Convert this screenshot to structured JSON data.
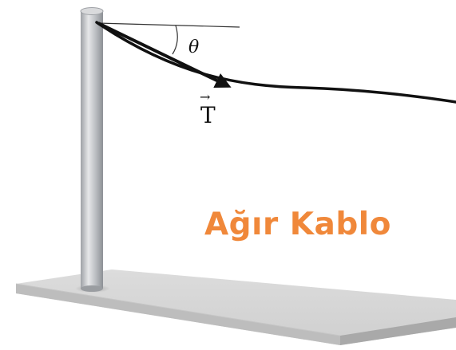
{
  "labels": {
    "angle": "θ",
    "tension": "T",
    "tension_arrow_mark": "→",
    "caption": "Ağır Kablo"
  },
  "colors": {
    "caption": "#f0883a",
    "cable": "#111111",
    "pole": "#b9bcc1",
    "base": "#d4d4d4"
  }
}
